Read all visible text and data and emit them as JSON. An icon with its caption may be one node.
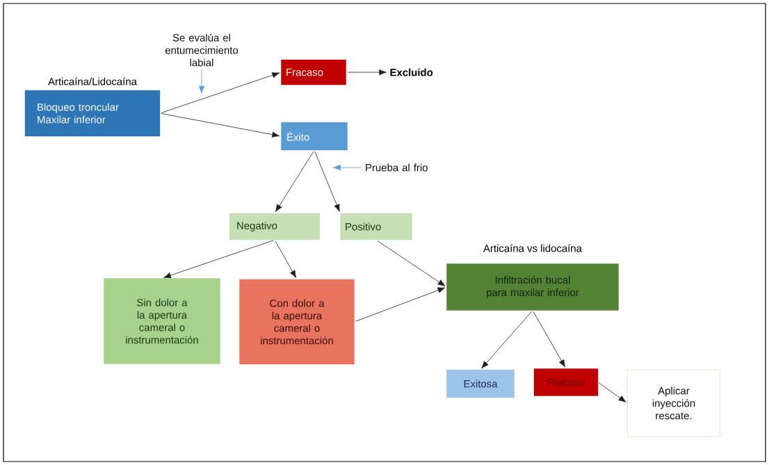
{
  "diagram": {
    "nodes": [
      {
        "text": [
          "Articaína/Lidocaína",
          "Bloqueo troncular Maxilar inferior"
        ]
      },
      {
        "text": [
          "Fracaso"
        ]
      },
      {
        "text": [
          "Excluido"
        ]
      },
      {
        "text": [
          "Éxito"
        ]
      },
      {
        "text": [
          "Negativo"
        ]
      },
      {
        "text": [
          "Positivo"
        ]
      },
      {
        "text": [
          "Sin dolor a la apertura cameral o instrumentación"
        ]
      },
      {
        "text": [
          "Con dolor a la apertura cameral o instrumentación"
        ]
      },
      {
        "text": [
          "Articaína vs lidocaína",
          "Infiltración bucal para maxilar inferior"
        ]
      },
      {
        "text": [
          "Exitosa"
        ]
      },
      {
        "text": [
          "Fracaso"
        ]
      },
      {
        "text": [
          "Aplicar inyección rescate."
        ]
      },
      {
        "text": [
          "Se evalúa el entumecimiento labial"
        ]
      },
      {
        "text": [
          "Prueba al frio"
        ]
      }
    ],
    "edges": [
      {
        "from": 0,
        "to": 1,
        "arrow": "to"
      },
      {
        "from": 0,
        "to": 3,
        "arrow": "to"
      },
      {
        "from": 1,
        "to": 2,
        "arrow": "to"
      },
      {
        "from": 3,
        "to": 4,
        "arrow": "to"
      },
      {
        "from": 3,
        "to": 5,
        "arrow": "to"
      },
      {
        "from": 4,
        "to": 6,
        "arrow": "to"
      },
      {
        "from": 4,
        "to": 7,
        "arrow": "to"
      },
      {
        "from": 5,
        "to": 8,
        "arrow": "to"
      },
      {
        "from": 7,
        "to": 8,
        "arrow": "to"
      },
      {
        "from": 8,
        "to": 9,
        "arrow": "to"
      },
      {
        "from": 8,
        "to": 10,
        "arrow": "to"
      },
      {
        "from": 10,
        "to": 11,
        "arrow": "to"
      },
      {
        "from": 12,
        "to": null,
        "arrow": "to",
        "color": "#5b9bd5"
      },
      {
        "from": 13,
        "to": null,
        "arrow": "to",
        "color": "#5b9bd5"
      }
    ]
  }
}
